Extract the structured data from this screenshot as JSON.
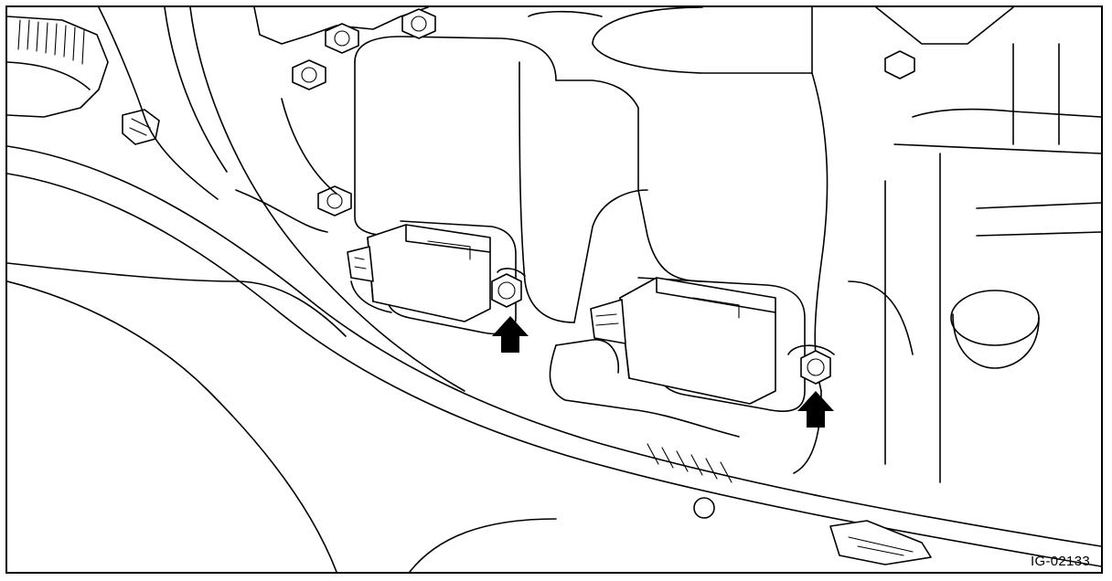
{
  "figure": {
    "code": "IG-02133",
    "line_color": "#000000",
    "background": "#ffffff"
  },
  "callouts": [
    {
      "name": "arrow-up-icon",
      "points_to": "left-sensor-bolt"
    },
    {
      "name": "arrow-up-icon",
      "points_to": "right-sensor-bolt"
    }
  ]
}
